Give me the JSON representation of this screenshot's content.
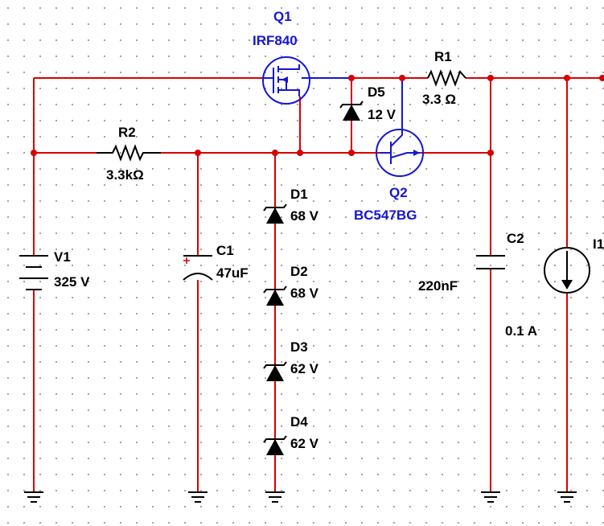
{
  "schematic": {
    "components": {
      "q1": {
        "ref": "Q1",
        "model": "IRF840",
        "icon": "nmos-transistor-icon"
      },
      "q2": {
        "ref": "Q2",
        "model": "BC547BG",
        "icon": "npn-transistor-icon"
      },
      "r1": {
        "ref": "R1",
        "value": "3.3 Ω",
        "icon": "resistor-icon"
      },
      "r2": {
        "ref": "R2",
        "value": "3.3kΩ",
        "icon": "resistor-icon"
      },
      "d5": {
        "ref": "D5",
        "value": "12 V",
        "icon": "zener-diode-icon"
      },
      "d1": {
        "ref": "D1",
        "value": "68 V",
        "icon": "zener-diode-icon"
      },
      "d2": {
        "ref": "D2",
        "value": "68 V",
        "icon": "zener-diode-icon"
      },
      "d3": {
        "ref": "D3",
        "value": "62 V",
        "icon": "zener-diode-icon"
      },
      "d4": {
        "ref": "D4",
        "value": "62 V",
        "icon": "zener-diode-icon"
      },
      "v1": {
        "ref": "V1",
        "value": "325 V",
        "icon": "dc-voltage-source-icon"
      },
      "c1": {
        "ref": "C1",
        "value": "47uF",
        "icon": "polarized-capacitor-icon"
      },
      "c2": {
        "ref": "C2",
        "value": "220nF",
        "icon": "capacitor-icon"
      },
      "i1": {
        "ref": "I1",
        "value": "0.1 A",
        "icon": "current-source-icon"
      }
    },
    "colors": {
      "wire": "#d80000",
      "part_label": "#1515d6",
      "text": "#000000",
      "grid_dot": "#9a9a9a",
      "background": "#ffffff"
    }
  }
}
